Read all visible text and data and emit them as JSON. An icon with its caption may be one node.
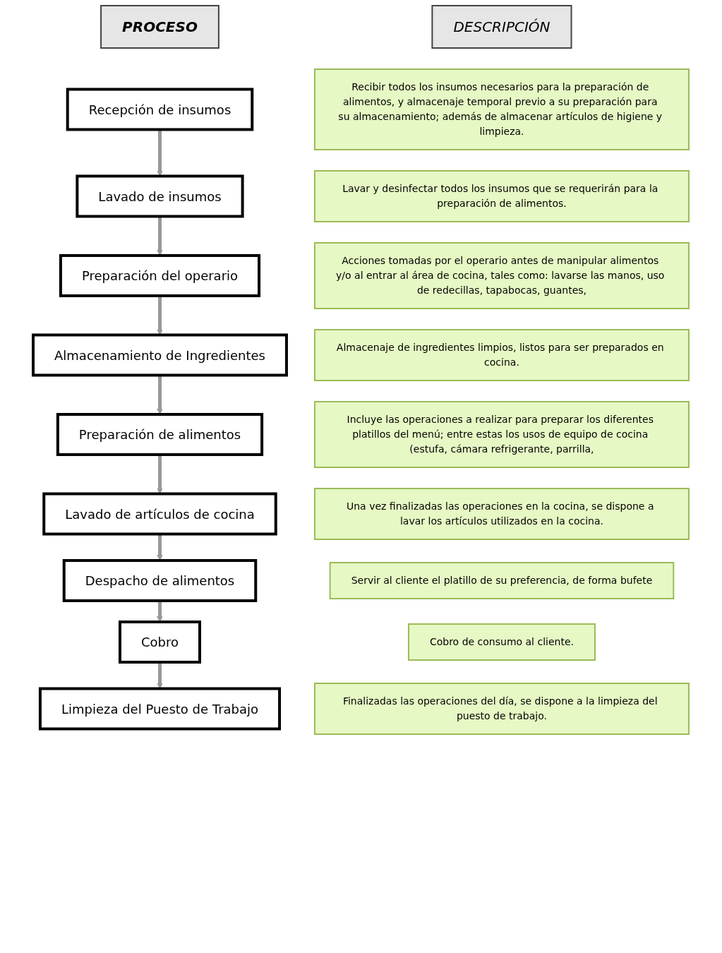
{
  "diagram": {
    "nodes": [
      {
        "text": [
          "PROCESO"
        ]
      },
      {
        "text": [
          "DESCRIPCIÓN"
        ]
      },
      {
        "text": [
          "Recepción de insumos"
        ]
      },
      {
        "text": [
          "Recibir todos los insumos necesarios para la preparación de alimentos, y almacenaje temporal previo a su preparación para su almacenamiento; además de almacenar artículos de higiene y limpieza."
        ]
      },
      {
        "text": [
          "Lavado de insumos"
        ]
      },
      {
        "text": [
          "Lavar y desinfectar todos los insumos que se requerirán para la preparación de alimentos."
        ]
      },
      {
        "text": [
          "Preparación del operario"
        ]
      },
      {
        "text": [
          "Acciones tomadas por el operario antes de manipular alimentos y/o al entrar al área de cocina, tales como: lavarse las manos, uso de redecillas, tapabocas, guantes,"
        ]
      },
      {
        "text": [
          "Almacenamiento de Ingredientes"
        ]
      },
      {
        "text": [
          "Almacenaje de ingredientes limpios, listos para ser preparados en cocina."
        ]
      },
      {
        "text": [
          "Preparación de alimentos"
        ]
      },
      {
        "text": [
          "Incluye las operaciones a realizar para preparar los diferentes platillos del menú; entre estas los usos de equipo de cocina (estufa, cámara refrigerante, parrilla,"
        ]
      },
      {
        "text": [
          "Lavado de artículos de cocina"
        ]
      },
      {
        "text": [
          "Una vez finalizadas las operaciones en la cocina, se dispone a lavar los artículos utilizados en la cocina."
        ]
      },
      {
        "text": [
          "Despacho de alimentos"
        ]
      },
      {
        "text": [
          "Servir al cliente el platillo de su preferencia, de forma bufete"
        ]
      },
      {
        "text": [
          "Cobro"
        ]
      },
      {
        "text": [
          "Cobro de consumo al cliente."
        ]
      },
      {
        "text": [
          "Limpieza del Puesto de Trabajo"
        ]
      },
      {
        "text": [
          "Finalizadas las operaciones del día, se dispone a la limpieza del puesto de trabajo."
        ]
      }
    ],
    "edges": [
      {
        "from": 2,
        "to": 4,
        "arrow": "to"
      },
      {
        "from": 4,
        "to": 6,
        "arrow": "to"
      },
      {
        "from": 6,
        "to": 8,
        "arrow": "to"
      },
      {
        "from": 8,
        "to": 10,
        "arrow": "to"
      },
      {
        "from": 10,
        "to": 12,
        "arrow": "to"
      },
      {
        "from": 12,
        "to": 14,
        "arrow": "to"
      },
      {
        "from": 14,
        "to": 16,
        "arrow": "to"
      },
      {
        "from": 16,
        "to": 18,
        "arrow": "to"
      }
    ]
  }
}
